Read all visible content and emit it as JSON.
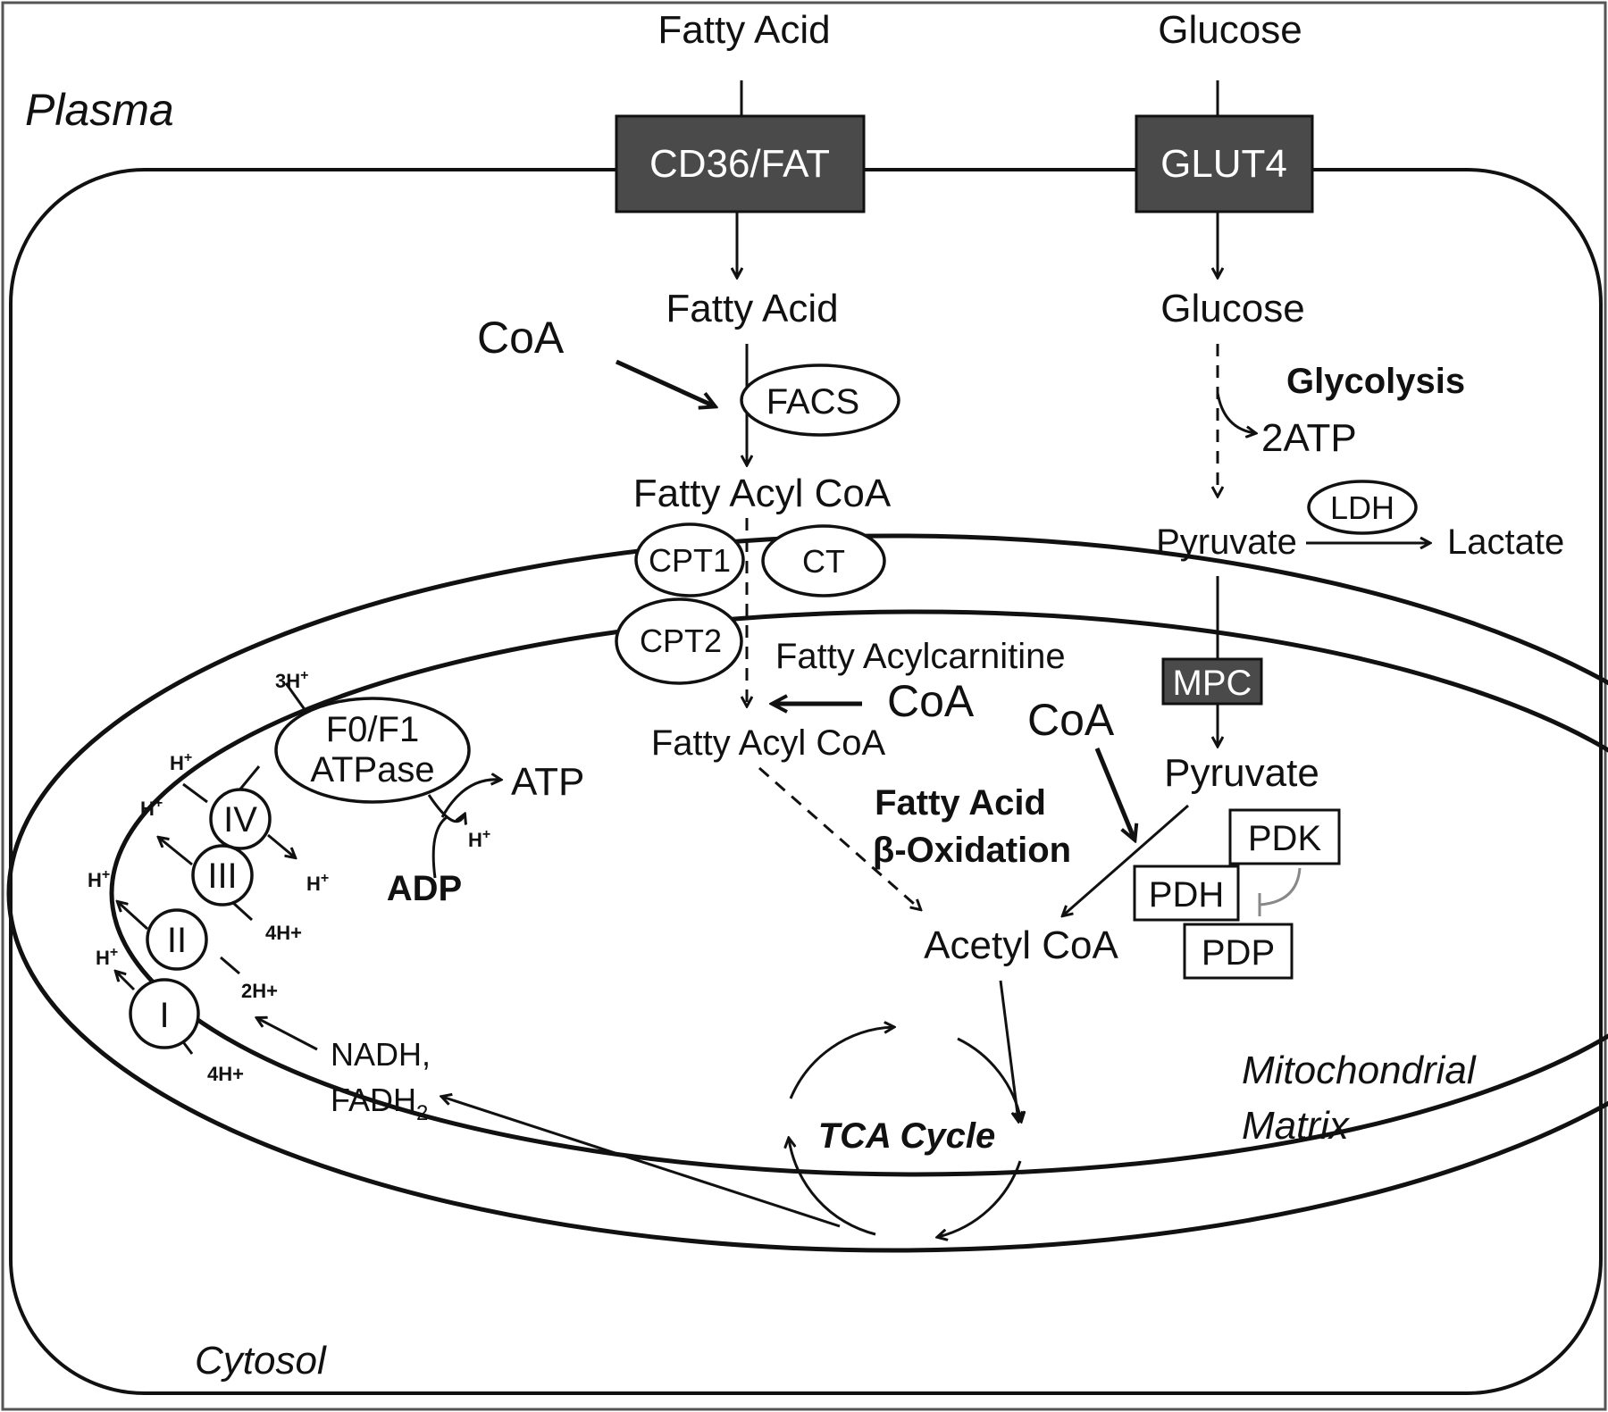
{
  "outside": {
    "fatty_acid": "Fatty Acid",
    "glucose": "Glucose",
    "plasma": "Plasma"
  },
  "transporters": {
    "cd36": "CD36/FAT",
    "glut4": "GLUT4",
    "mpc": "MPC"
  },
  "cytosol": {
    "fatty_acid": "Fatty Acid",
    "glucose": "Glucose",
    "coa": "CoA",
    "facs": "FACS",
    "glycolysis": "Glycolysis",
    "two_atp": "2ATP",
    "fatty_acyl_coa": "Fatty Acyl CoA",
    "pyruvate": "Pyruvate",
    "ldh": "LDH",
    "lactate": "Lactate",
    "cytosol_label": "Cytosol"
  },
  "membrane": {
    "cpt1": "CPT1",
    "ct": "CT",
    "cpt2": "CPT2",
    "fatty_acylcarnitine": "Fatty Acylcarnitine"
  },
  "matrix": {
    "coa_left": "CoA",
    "coa_right": "CoA",
    "fatty_acyl_coa": "Fatty Acyl CoA",
    "pyruvate": "Pyruvate",
    "beta_ox_line1": "Fatty Acid",
    "beta_ox_line2": "β-Oxidation",
    "acetyl_coa": "Acetyl CoA",
    "pdk": "PDK",
    "pdh": "PDH",
    "pdp": "PDP",
    "tca": "TCA Cycle",
    "nadh": "NADH,",
    "fadh": "FADH",
    "fadh_sub": "2",
    "matrix_line1": "Mitochondrial",
    "matrix_line2": "Matrix"
  },
  "etc": {
    "atpase_line1": "F0/F1",
    "atpase_line2": "ATPase",
    "atp": "ATP",
    "adp": "ADP",
    "h_plus_base": "H",
    "plus": "+",
    "three_h": "3H",
    "four_h_a": "4H+",
    "two_h": "2H+",
    "four_h_b": "4H+",
    "complex_i": "I",
    "complex_ii": "II",
    "complex_iii": "III",
    "complex_iv": "IV"
  }
}
